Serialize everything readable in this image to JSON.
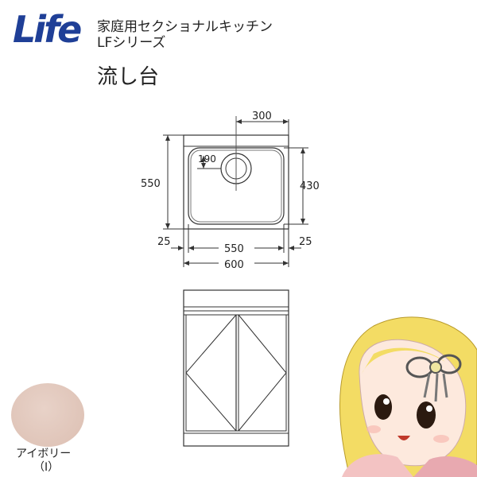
{
  "header": {
    "logo_text": "Life",
    "line1": "家庭用セクショナルキッチン",
    "line2": "LFシリーズ",
    "product_name": "流し台"
  },
  "top_view": {
    "dim_drain_offset": "300",
    "dim_drain_depth": "190",
    "dim_total_depth": "550",
    "dim_bowl_depth": "430",
    "dim_left_margin": "25",
    "dim_bowl_width": "550",
    "dim_right_margin": "25",
    "dim_total_width": "600"
  },
  "color_option": {
    "name": "アイボリー",
    "code": "（I）",
    "swatch_color": "#e0c5b9"
  },
  "colors": {
    "logo_blue": "#1f3f97",
    "line": "#333333"
  }
}
